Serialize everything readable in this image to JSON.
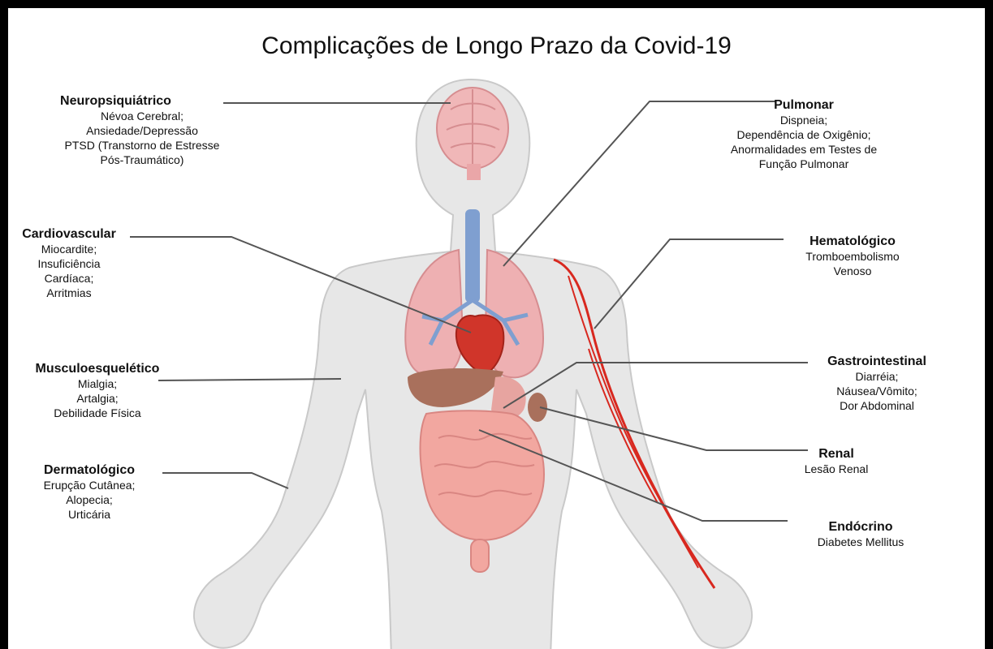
{
  "title": "Complicações de Longo Prazo da Covid-19",
  "colors": {
    "body": "#e7e7e7",
    "body_outline": "#c9c9c9",
    "brain": "#f0b7b8",
    "lungs": "#eeb0b2",
    "trachea": "#7f9fd0",
    "heart": "#d0352a",
    "liver": "#a9705c",
    "intestine": "#f2a7a0",
    "vein": "#d8281f",
    "leader_line": "#555555"
  },
  "groups": {
    "neuro": {
      "heading": "Neuropsiquiátrico",
      "lines": [
        "Névoa Cerebral;",
        "Ansiedade/Depressão",
        "PTSD (Transtorno de Estresse",
        "Pós-Traumático)"
      ]
    },
    "cardio": {
      "heading": "Cardiovascular",
      "lines": [
        "Miocardite;",
        "Insuficiência",
        "Cardíaca;",
        "Arritmias"
      ]
    },
    "musculo": {
      "heading": "Musculoesquelético",
      "lines": [
        "Mialgia;",
        "Artalgia;",
        "Debilidade Física"
      ]
    },
    "dermato": {
      "heading": "Dermatológico",
      "lines": [
        "Erupção Cutânea;",
        "Alopecia;",
        "Urticária"
      ]
    },
    "pulmonar": {
      "heading": "Pulmonar",
      "lines": [
        "Dispneia;",
        "Dependência de Oxigênio;",
        "Anormalidades em Testes de",
        "Função Pulmonar"
      ]
    },
    "hemato": {
      "heading": "Hematológico",
      "lines": [
        "Tromboembolismo",
        "Venoso"
      ]
    },
    "gastro": {
      "heading": "Gastrointestinal",
      "lines": [
        "Diarréia;",
        "Náusea/Vômito;",
        "Dor Abdominal"
      ]
    },
    "renal": {
      "heading": "Renal",
      "lines": [
        "Lesão Renal"
      ]
    },
    "endo": {
      "heading": "Endócrino",
      "lines": [
        "Diabetes Mellitus"
      ]
    }
  }
}
